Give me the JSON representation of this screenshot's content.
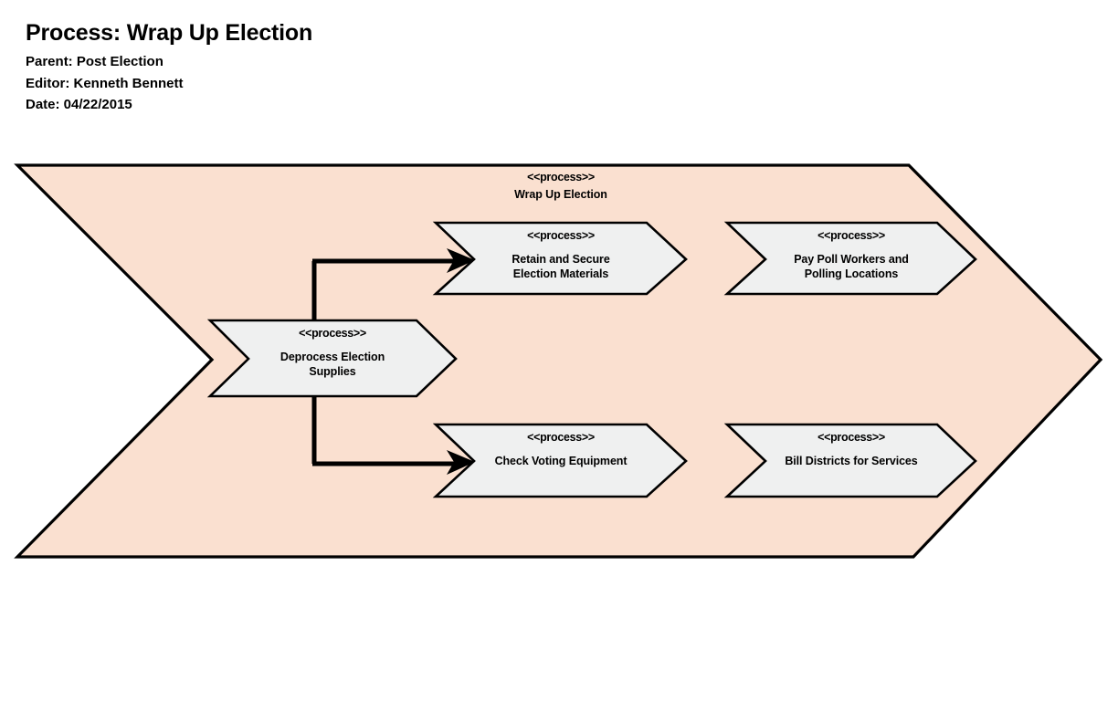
{
  "header": {
    "title": "Process: Wrap Up Election",
    "parent_line": "Parent: Post Election",
    "editor_line": "Editor: Kenneth Bennett",
    "date_line": "Date: 04/22/2015"
  },
  "colors": {
    "container_fill": "#FAE0D0",
    "process_fill": "#EFF0F0",
    "outline": "#000000",
    "connector": "#000000",
    "page_background": "#FFFFFF"
  },
  "diagram": {
    "type": "process-decomposition-chevron",
    "container": {
      "stereotype": "<<process>>",
      "name": "Wrap Up Election"
    },
    "processes": [
      {
        "id": "deprocess-election-supplies",
        "stereotype": "<<process>>",
        "name": "Deprocess Election\nSupplies",
        "column": 1,
        "row": "middle"
      },
      {
        "id": "retain-and-secure-election-materials",
        "stereotype": "<<process>>",
        "name": "Retain and Secure\nElection Materials",
        "column": 2,
        "row": "top"
      },
      {
        "id": "pay-poll-workers-and-polling-locations",
        "stereotype": "<<process>>",
        "name": "Pay Poll Workers and\nPolling Locations",
        "column": 3,
        "row": "top"
      },
      {
        "id": "check-voting-equipment",
        "stereotype": "<<process>>",
        "name": "Check Voting Equipment",
        "column": 2,
        "row": "bottom"
      },
      {
        "id": "bill-districts-for-services",
        "stereotype": "<<process>>",
        "name": "Bill Districts for Services",
        "column": 3,
        "row": "bottom"
      }
    ],
    "connectors": [
      {
        "from": "deprocess-election-supplies",
        "to": "retain-and-secure-election-materials",
        "style": "orthogonal-arrow"
      },
      {
        "from": "deprocess-election-supplies",
        "to": "check-voting-equipment",
        "style": "orthogonal-arrow"
      }
    ]
  }
}
